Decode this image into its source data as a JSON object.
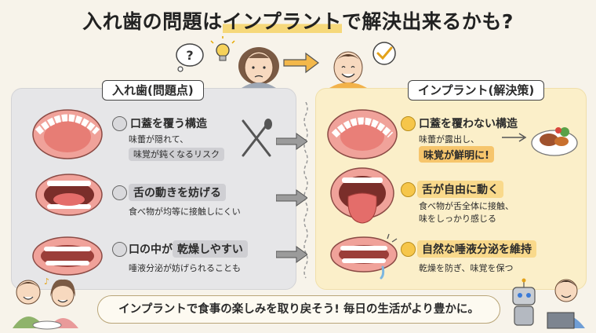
{
  "title": {
    "before": "入れ歯の問題は",
    "highlight": "インプラント",
    "after": "で解決出来るかも?"
  },
  "left": {
    "label": "入れ歯(問題点)",
    "rows": [
      {
        "heading": "口蓋を覆う構造",
        "line1": "味蕾が隠れて、",
        "line2": "味覚が鈍くなるリスク"
      },
      {
        "heading": "舌の動きを妨げる",
        "line1": "食べ物が均等に接触しにくい",
        "line2": ""
      },
      {
        "heading_a": "口の中が",
        "heading_b": "乾燥しやすい",
        "line1": "唾液分泌が妨げられることも"
      }
    ]
  },
  "right": {
    "label": "インプラント(解決策)",
    "rows": [
      {
        "heading": "口蓋を覆わない構造",
        "line1": "味蕾が露出し、",
        "line2": "味覚が鮮明に!"
      },
      {
        "heading": "舌が自由に動く",
        "line1": "食べ物が舌全体に接触、",
        "line2": "味をしっかり感じる"
      },
      {
        "heading": "自然な唾液分泌を維持",
        "line1": "乾燥を防ぎ、味覚を保つ",
        "line2": ""
      }
    ]
  },
  "banner": {
    "text": "インプラントで食事の楽しみを取り戻そう! 毎日の生活がより豊かに。"
  },
  "colors": {
    "left_panel": "#e6e6e8",
    "right_panel": "#fbefc9",
    "accent_orange": "#f6c56c",
    "accent_yellow": "#f6d87a"
  },
  "icons": [
    "question-bubble-icon",
    "lightbulb-icon",
    "worried-woman-icon",
    "right-arrow-icon",
    "happy-man-icon",
    "checkmark-bubble-icon",
    "sad-face-icon",
    "happy-face-icon",
    "fork-spoon-icon",
    "food-plate-icon",
    "robot-icon",
    "laptop-icon"
  ]
}
